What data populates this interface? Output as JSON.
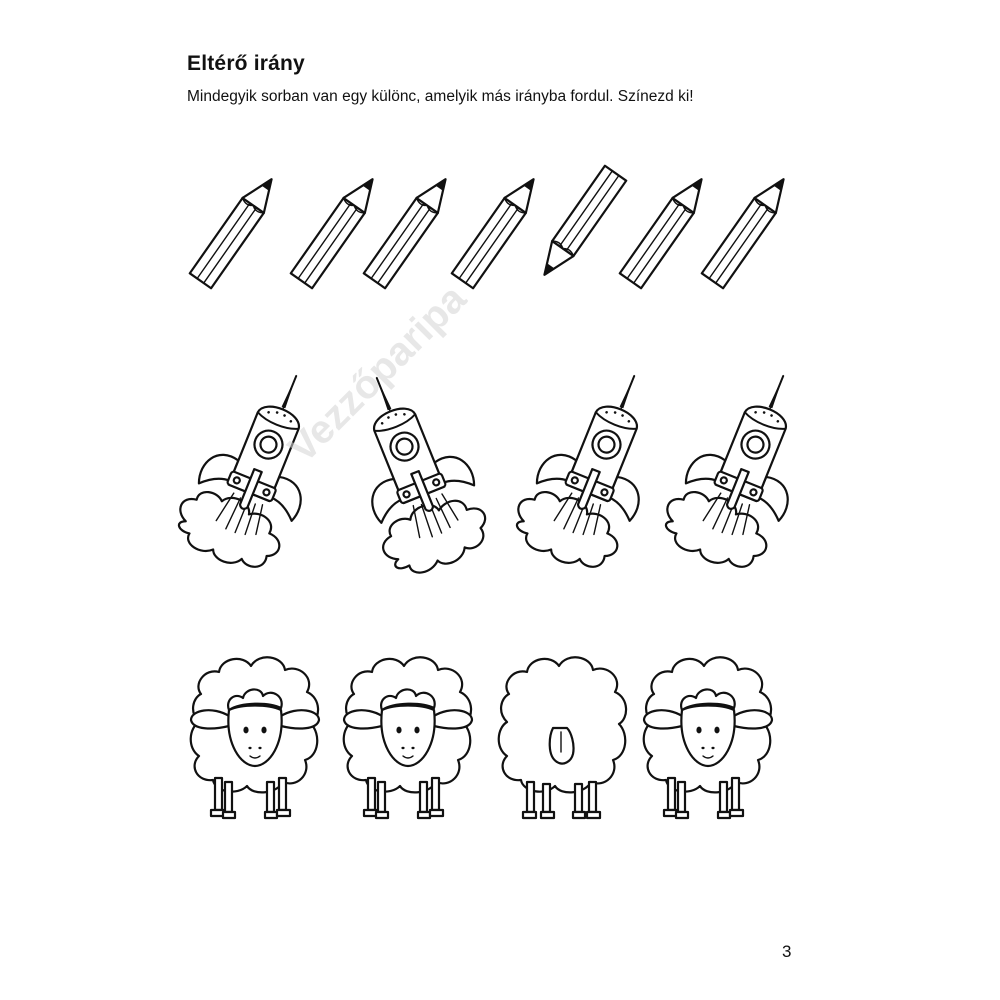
{
  "worksheet": {
    "title": "Eltérő irány",
    "instructions": "Mindegyik sorban van egy különc, amelyik más irányba fordul. Színezd ki!",
    "page_number": "3",
    "watermark": "Vezzőparipa"
  },
  "rows": {
    "pencils": {
      "count": 7,
      "odd_one_index": 4
    },
    "rockets": {
      "count": 4,
      "odd_one_index": 1
    },
    "sheep": {
      "count": 4,
      "odd_one_index": 2
    }
  }
}
